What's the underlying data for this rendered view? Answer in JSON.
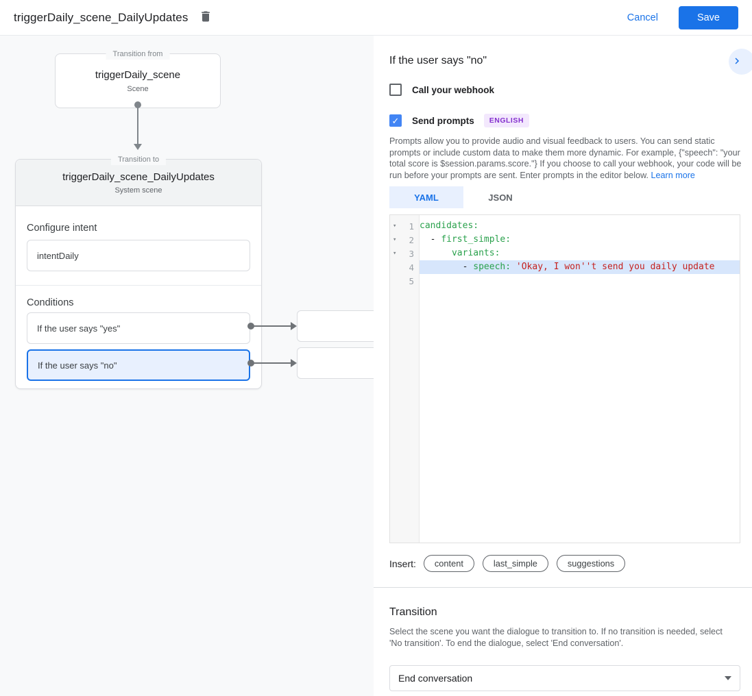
{
  "header": {
    "title": "triggerDaily_scene_DailyUpdates",
    "cancel_label": "Cancel",
    "save_label": "Save"
  },
  "diagram": {
    "from_box": {
      "legend": "Transition from",
      "title": "triggerDaily_scene",
      "subtitle": "Scene"
    },
    "to_box": {
      "legend": "Transition to",
      "title": "triggerDaily_scene_DailyUpdates",
      "subtitle": "System scene",
      "configure_intent_label": "Configure intent",
      "intent_value": "intentDaily",
      "conditions_label": "Conditions",
      "conditions": [
        {
          "label": "If the user says \"yes\"",
          "selected": false
        },
        {
          "label": "If the user says \"no\"",
          "selected": true
        }
      ]
    }
  },
  "panel": {
    "title": "If the user says \"no\"",
    "webhook_checkbox": {
      "label": "Call your webhook",
      "checked": false
    },
    "prompts_checkbox": {
      "label": "Send prompts",
      "checked": true,
      "badge": "ENGLISH",
      "checkmark": "✓"
    },
    "description": "Prompts allow you to provide audio and visual feedback to users. You can send static prompts or include custom data to make them more dynamic. For example, {\"speech\": \"your total score is $session.params.score.\"} If you choose to call your webhook, your code will be run before your prompts are sent. Enter prompts in the editor below. ",
    "learn_more_label": "Learn more",
    "tabs": [
      {
        "label": "YAML",
        "active": true
      },
      {
        "label": "JSON",
        "active": false
      }
    ],
    "editor": {
      "lines": [
        {
          "n": "1",
          "fold": true,
          "highlight": false,
          "segments": [
            {
              "type": "key",
              "text": "candidates:"
            }
          ]
        },
        {
          "n": "2",
          "fold": true,
          "highlight": false,
          "segments": [
            {
              "type": "plain",
              "text": "  - "
            },
            {
              "type": "key",
              "text": "first_simple:"
            }
          ]
        },
        {
          "n": "3",
          "fold": true,
          "highlight": false,
          "segments": [
            {
              "type": "plain",
              "text": "      "
            },
            {
              "type": "key",
              "text": "variants:"
            }
          ]
        },
        {
          "n": "4",
          "fold": false,
          "highlight": true,
          "segments": [
            {
              "type": "plain",
              "text": "        - "
            },
            {
              "type": "key",
              "text": "speech:"
            },
            {
              "type": "plain",
              "text": " "
            },
            {
              "type": "string",
              "text": "'Okay, I won''t send you daily update"
            }
          ]
        },
        {
          "n": "5",
          "fold": false,
          "highlight": false,
          "segments": []
        }
      ]
    },
    "insert": {
      "label": "Insert:",
      "chips": [
        "content",
        "last_simple",
        "suggestions"
      ]
    },
    "transition": {
      "title": "Transition",
      "description": "Select the scene you want the dialogue to transition to. If no transition is needed, select 'No transition'. To end the dialogue, select 'End conversation'.",
      "select_value": "End conversation"
    }
  },
  "colors": {
    "accent_blue": "#1a73e8",
    "checkbox_blue": "#4285f4",
    "selection_blue_bg": "#e8f0fe",
    "badge_purple": "#8430ce",
    "code_key_green": "#2aa14c",
    "code_string_red": "#c5221f",
    "line_highlight": "#d7e6fc"
  }
}
